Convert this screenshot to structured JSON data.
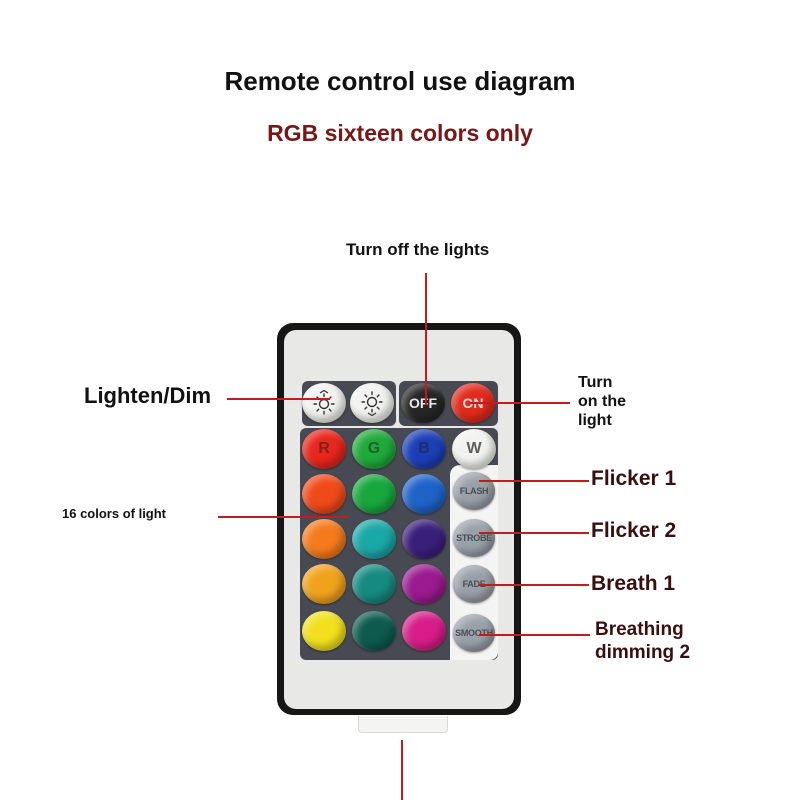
{
  "header": {
    "title": "Remote control use diagram",
    "subtitle": "RGB sixteen colors only"
  },
  "callouts": {
    "turn_off": "Turn off the lights",
    "lighten_dim": "Lighten/Dim",
    "turn_on": "Turn\non the\nlight",
    "sixteen_colors": "16 colors of light",
    "flicker1": "Flicker 1",
    "flicker2": "Flicker 2",
    "breath1": "Breath 1",
    "breathing2": "Breathing\ndimming 2"
  },
  "remote": {
    "top_row": [
      {
        "name": "brightness-up-button",
        "icon": "sun-up-icon",
        "label": ""
      },
      {
        "name": "brightness-down-button",
        "icon": "sun-down-icon",
        "label": ""
      },
      {
        "name": "off-button",
        "label": "OFF",
        "color": "#262626"
      },
      {
        "name": "on-button",
        "label": "ON",
        "color": "#e02a1e"
      }
    ],
    "color_buttons": [
      {
        "label": "R",
        "color": "#e8261c"
      },
      {
        "label": "G",
        "color": "#1faa3a"
      },
      {
        "label": "B",
        "color": "#1c3fb8"
      },
      {
        "label": "W",
        "color": "#f2f2f0"
      },
      {
        "label": "",
        "color": "#f04a1a"
      },
      {
        "label": "",
        "color": "#17a73c"
      },
      {
        "label": "",
        "color": "#1f63c9"
      },
      {
        "label": "",
        "color": "#f47a1c"
      },
      {
        "label": "",
        "color": "#1aa8a6"
      },
      {
        "label": "",
        "color": "#3a1f7a"
      },
      {
        "label": "",
        "color": "#f0a21c"
      },
      {
        "label": "",
        "color": "#168a80"
      },
      {
        "label": "",
        "color": "#9b1a8f"
      },
      {
        "label": "",
        "color": "#f2e01e"
      },
      {
        "label": "",
        "color": "#0e5a4e"
      },
      {
        "label": "",
        "color": "#d81d88"
      }
    ],
    "effect_buttons": [
      "FLASH",
      "STROBE",
      "FADE",
      "SMOOTH"
    ]
  }
}
